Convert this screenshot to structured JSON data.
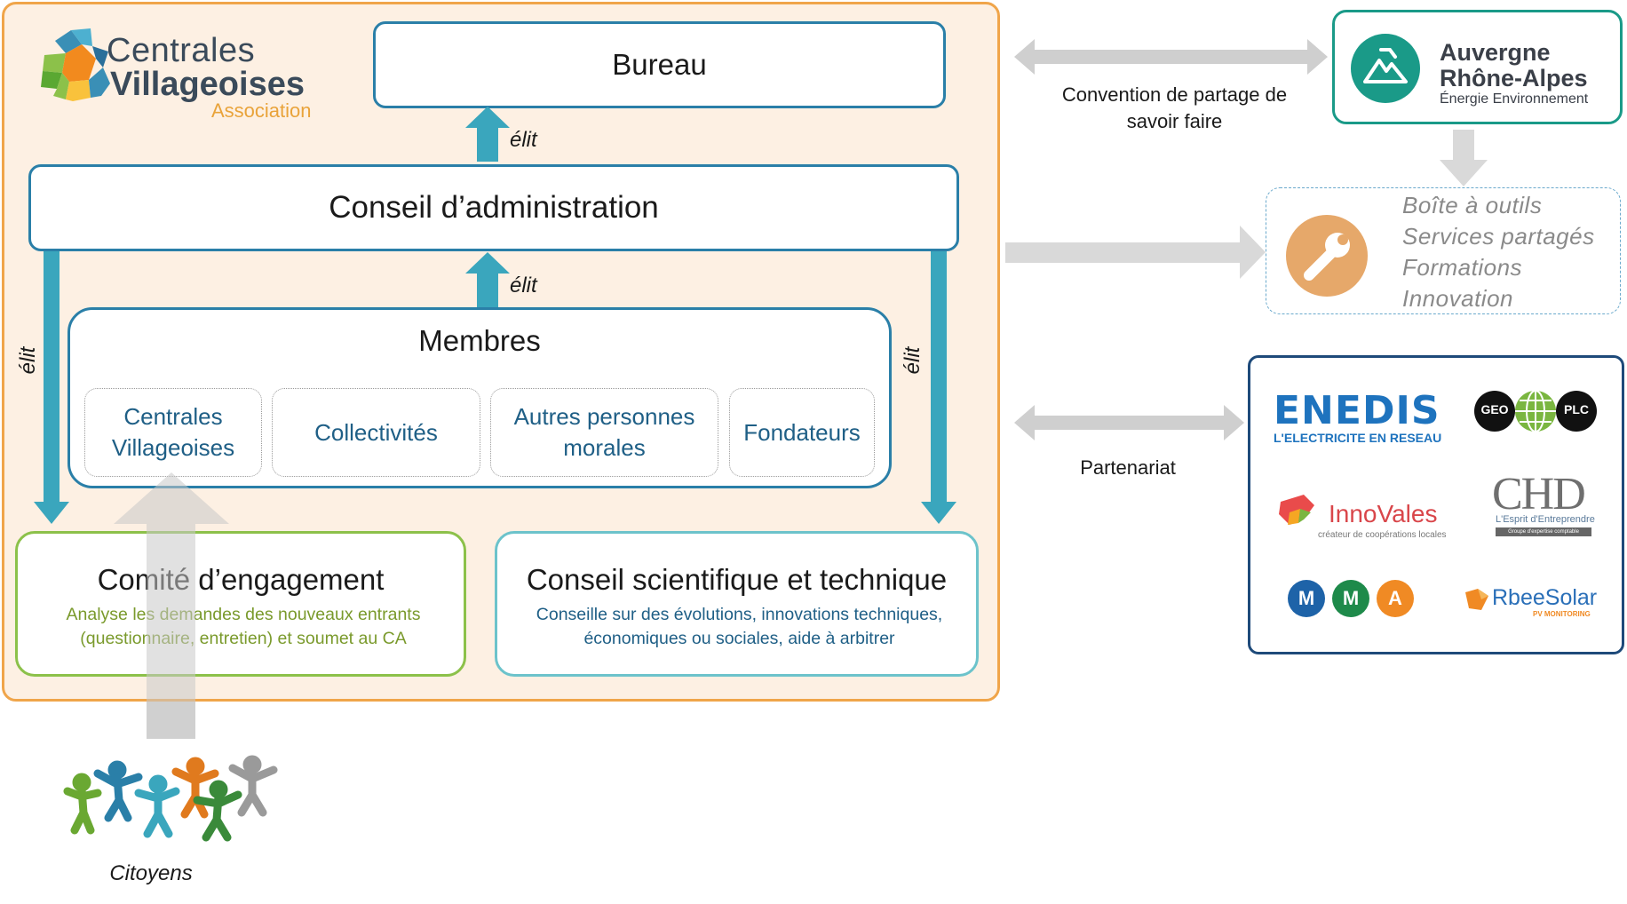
{
  "colors": {
    "org_bg": "#fdf0e3",
    "org_border": "#f0a54a",
    "box_border_blue": "#2a7fa8",
    "arrow_teal": "#3aa6bd",
    "comite_border": "#8cc14a",
    "cst_border": "#6cc3cb",
    "gray_arrow": "#d9d9d9"
  },
  "logo": {
    "line1": "Centrales",
    "line2": "Villageoises",
    "line3": "Association"
  },
  "bureau": {
    "label": "Bureau"
  },
  "conseil_admin": {
    "label": "Conseil d’administration"
  },
  "elit": {
    "bureau_arrow": "élit",
    "membres_arrow": "élit",
    "left_arrow": "élit",
    "right_arrow": "élit"
  },
  "membres": {
    "title": "Membres",
    "groups": [
      {
        "line1": "Centrales",
        "line2": "Villageoises"
      },
      {
        "line1": "Collectivités",
        "line2": ""
      },
      {
        "line1": "Autres personnes",
        "line2": "morales"
      },
      {
        "line1": "Fondateurs",
        "line2": ""
      }
    ]
  },
  "comite": {
    "title": "Comité d’engagement",
    "desc_line1": "Analyse les demandes des nouveaux entrants",
    "desc_line2": "(questionnaire, entretien) et soumet au CA"
  },
  "cst": {
    "title": "Conseil scientifique et technique",
    "desc_line1": "Conseille sur des évolutions, innovations techniques,",
    "desc_line2": "économiques ou sociales, aide à arbitrer"
  },
  "citoyens": {
    "label": "Citoyens",
    "icon": "people-group-icon"
  },
  "convention": {
    "line1": "Convention de partage de",
    "line2": "savoir faire"
  },
  "partenariat": {
    "label": "Partenariat"
  },
  "auvergne": {
    "line1": "Auvergne",
    "line2": "Rhône-Alpes",
    "line3": "Énergie Environnement",
    "icon": "mountain-logo-icon"
  },
  "toolbox": {
    "icon": "wrench-icon",
    "items": [
      "Boîte à outils",
      "Services partagés",
      "Formations",
      "Innovation"
    ]
  },
  "partners": {
    "enedis": {
      "name": "ENEDIS",
      "tagline": "L'ELECTRICITE EN RESEAU"
    },
    "geoplc": {
      "left": "GEO",
      "right": "PLC"
    },
    "innovales": {
      "name": "InnoVales",
      "tagline": "créateur de coopérations locales"
    },
    "chd": {
      "name": "CHD",
      "tagline": "L'Esprit d'Entreprendre",
      "sub": "Groupe d'expertise comptable"
    },
    "mma": {
      "letters": [
        "M",
        "M",
        "A"
      ]
    },
    "rbee": {
      "name": "RbeeSolar",
      "tagline": "PV MONITORING"
    }
  }
}
